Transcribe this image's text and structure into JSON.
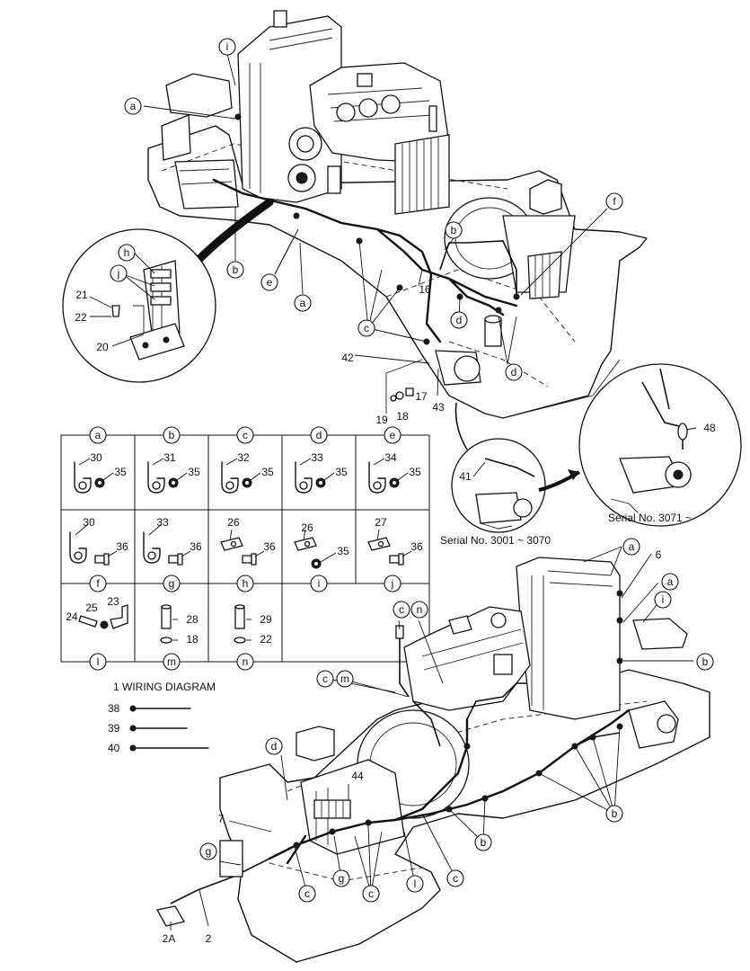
{
  "callouts": {
    "a1": "a",
    "i1": "i",
    "b1": "b",
    "e1": "e",
    "a2": "a",
    "b2": "b",
    "f1": "f",
    "d1": "d",
    "d2": "d",
    "c1": "c",
    "n16": "16",
    "n42": "42",
    "n43": "43",
    "n17": "17",
    "n18": "18",
    "n19": "19",
    "h1": "h",
    "j1": "j",
    "n21": "21",
    "n22": "22",
    "n20": "20",
    "a3": "a",
    "n6": "6",
    "a4": "a",
    "i2": "i",
    "b3": "b",
    "c2": "c",
    "n1": "n",
    "c3": "c",
    "m1": "m",
    "d3": "d",
    "n44": "44",
    "n7": "7",
    "g1": "g",
    "c4": "c",
    "g2": "g",
    "c5": "c",
    "l1": "l",
    "c6": "c",
    "b4": "b",
    "b5": "b",
    "n2": "2",
    "n2A": "2A",
    "n48": "48",
    "n41": "41"
  },
  "serials": {
    "late": "Serial No. 3071 ~",
    "early": "Serial No. 3001 ~ 3070"
  },
  "wiring": {
    "title": "1  WIRING DIAGRAM",
    "items": [
      "38",
      "39",
      "40"
    ]
  },
  "table": {
    "rows": [
      [
        {
          "key": "a",
          "clamp": "30",
          "nut": "35"
        },
        {
          "key": "b",
          "clamp": "31",
          "nut": "35"
        },
        {
          "key": "c",
          "clamp": "32",
          "nut": "35"
        },
        {
          "key": "d",
          "clamp": "33",
          "nut": "35"
        },
        {
          "key": "e",
          "clamp": "34",
          "nut": "35"
        }
      ],
      [
        {
          "key": "f",
          "clamp": "30",
          "bolt": "36"
        },
        {
          "key": "g",
          "clamp": "33",
          "bolt": "36"
        },
        {
          "key": "h",
          "clamp": "26",
          "bolt": "36"
        },
        {
          "key": "i",
          "clamp": "26",
          "nut": "35"
        },
        {
          "key": "j",
          "clamp": "27",
          "bolt": "36"
        }
      ],
      [
        {
          "key": "l",
          "p1": "24",
          "p2": "25",
          "p3": "23"
        },
        {
          "key": "m",
          "p1": "28",
          "p2": "18"
        },
        {
          "key": "n",
          "p1": "29",
          "p2": "22"
        }
      ]
    ]
  }
}
